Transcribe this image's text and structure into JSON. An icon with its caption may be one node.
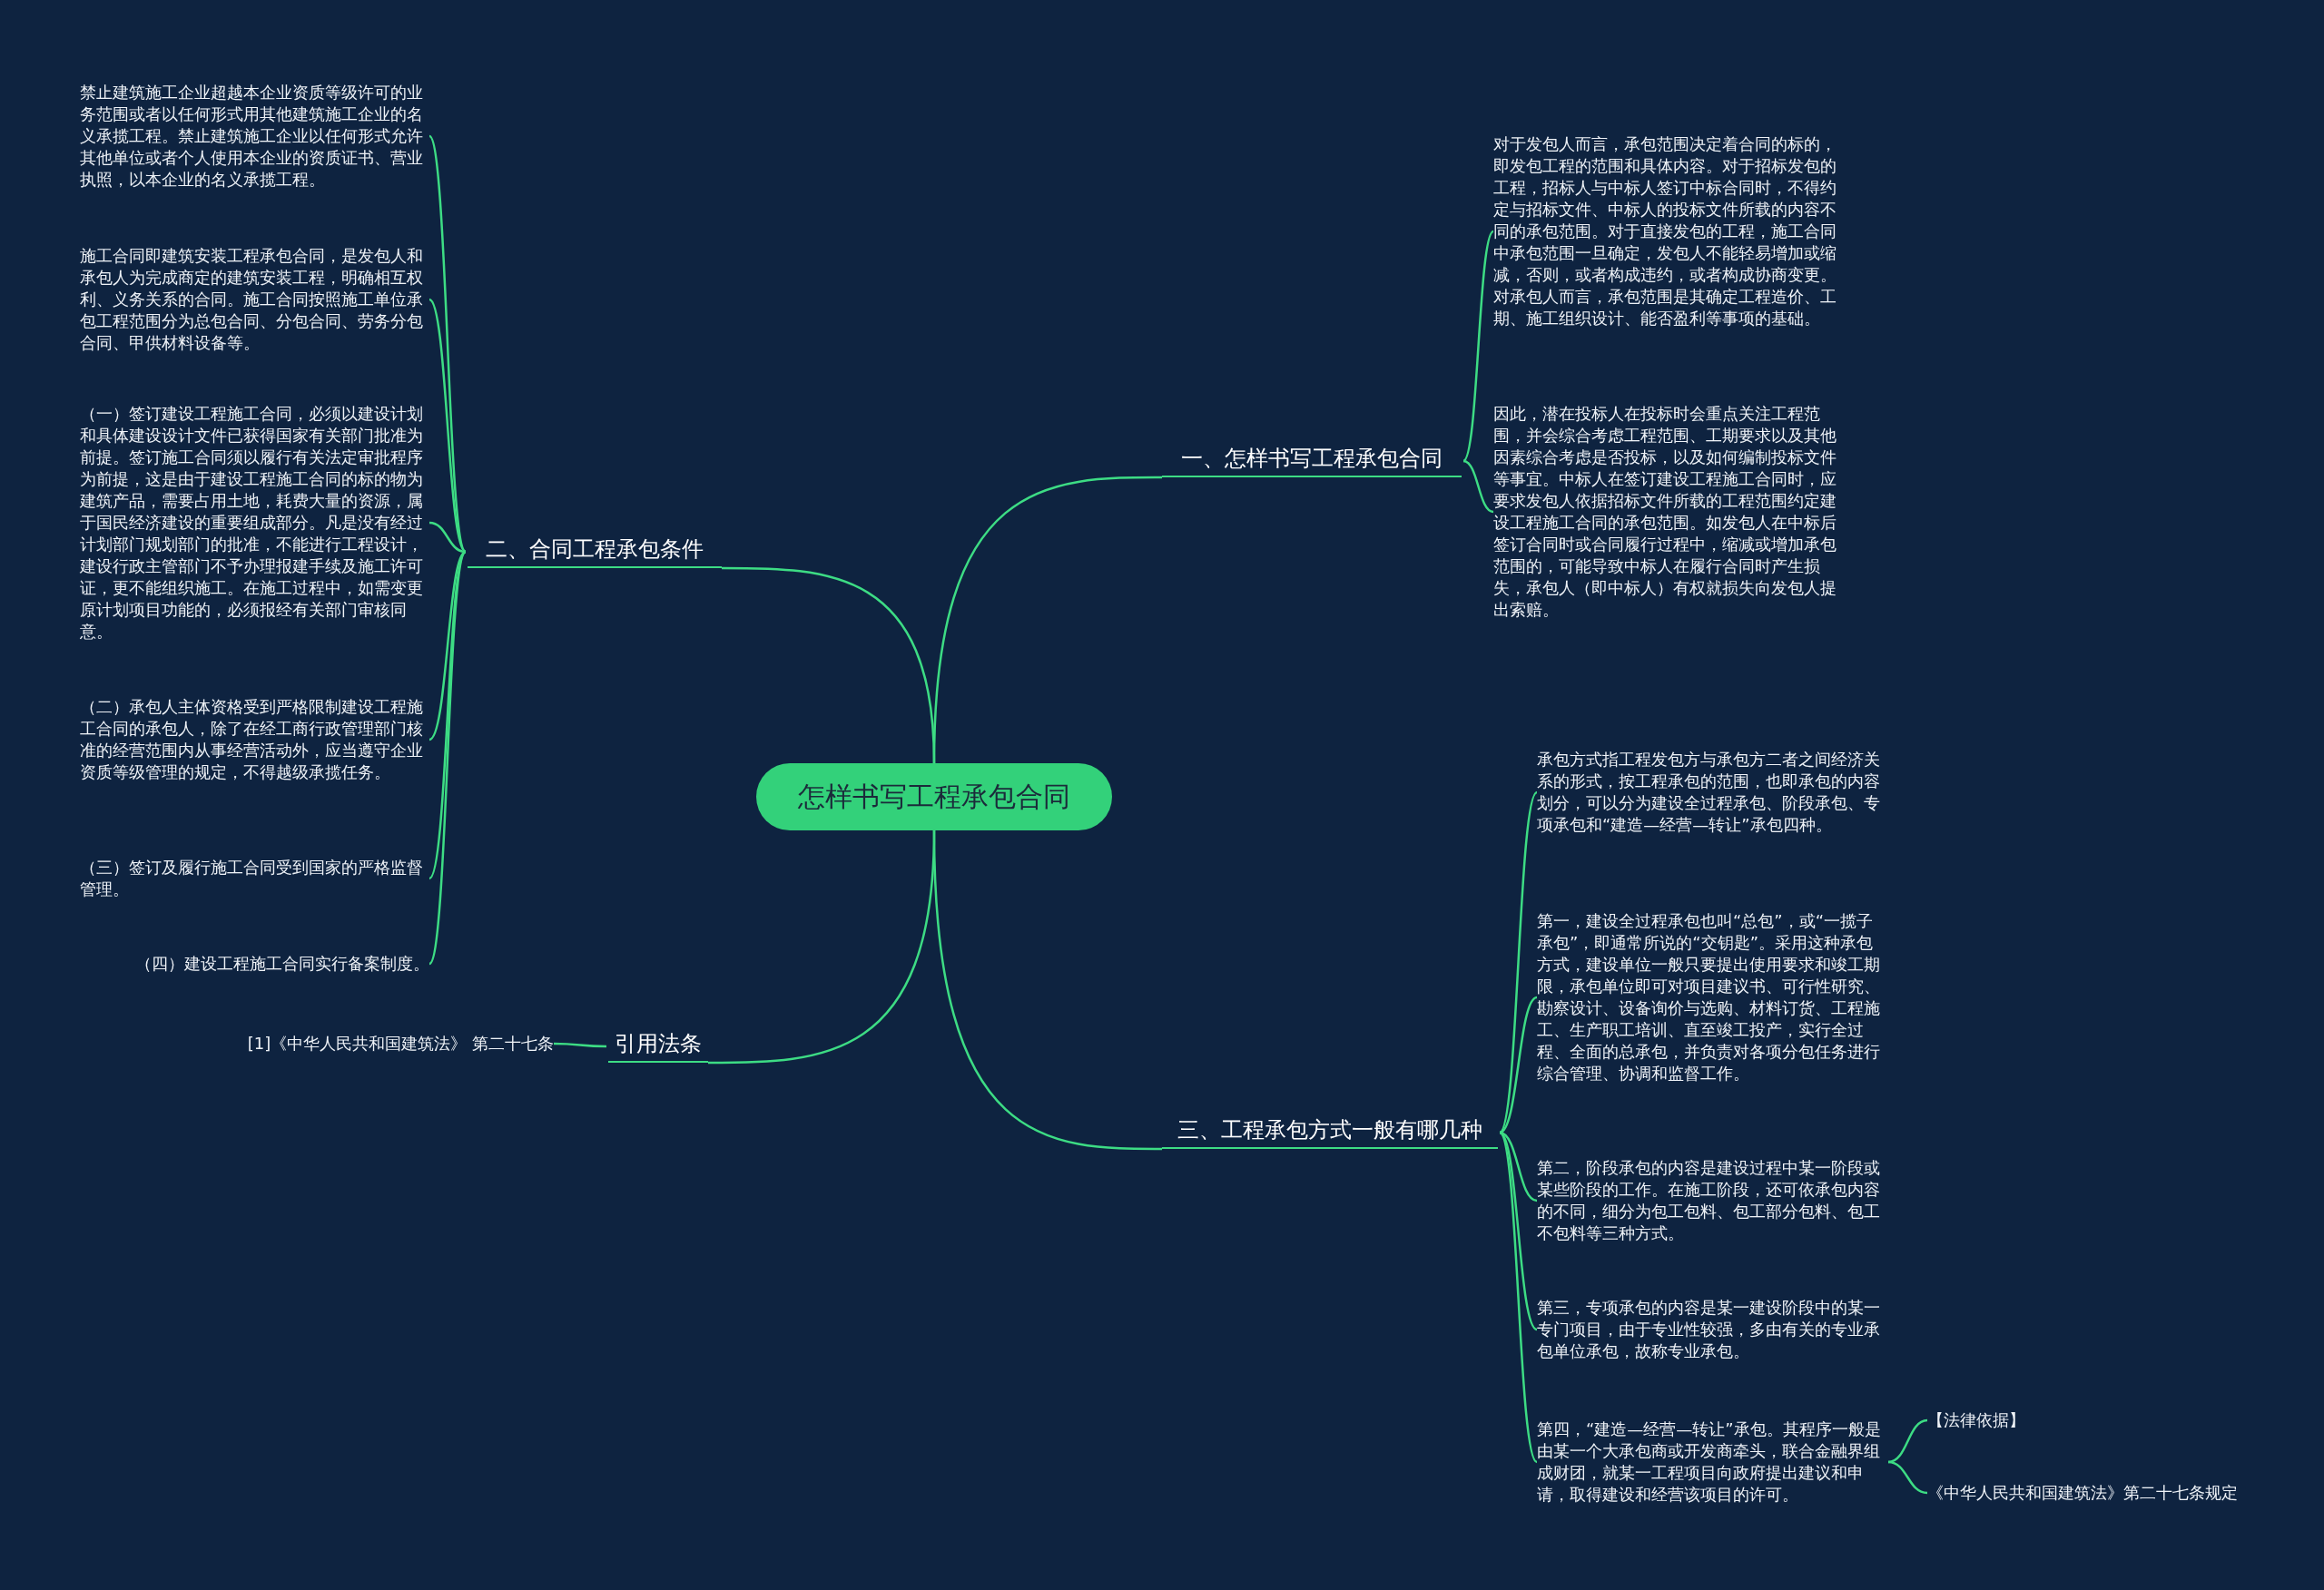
{
  "diagram": {
    "nodes": [
      {
        "text": [
          "怎样书写工程承包合同"
        ]
      },
      {
        "text": [
          "一、怎样书写工程承包合同"
        ]
      },
      {
        "text": [
          "对于发包人而言，承包范围决定着合同的标的，即发包工程的范围和具体内容。对于招标发包的工程，招标人与中标人签订中标合同时，不得约定与招标文件、中标人的投标文件所载的内容不同的承包范围。对于直接发包的工程，施工合同中承包范围一旦确定，发包人不能轻易增加或缩减，否则，或者构成违约，或者构成协商变更。对承包人而言，承包范围是其确定工程造价、工期、施工组织设计、能否盈利等事项的基础。"
        ]
      },
      {
        "text": [
          "因此，潜在投标人在投标时会重点关注工程范围，并会综合考虑工程范围、工期要求以及其他因素综合考虑是否投标，以及如何编制投标文件等事宜。中标人在签订建设工程施工合同时，应要求发包人依据招标文件所载的工程范围约定建设工程施工合同的承包范围。如发包人在中标后签订合同时或合同履行过程中，缩减或增加承包范围的，可能导致中标人在履行合同时产生损失，承包人（即中标人）有权就损失向发包人提出索赔。"
        ]
      },
      {
        "text": [
          "二、合同工程承包条件"
        ]
      },
      {
        "text": [
          "禁止建筑施工企业超越本企业资质等级许可的业务范围或者以任何形式用其他建筑施工企业的名义承揽工程。禁止建筑施工企业以任何形式允许其他单位或者个人使用本企业的资质证书、营业执照，以本企业的名义承揽工程。"
        ]
      },
      {
        "text": [
          "施工合同即建筑安装工程承包合同，是发包人和承包人为完成商定的建筑安装工程，明确相互权利、义务关系的合同。施工合同按照施工单位承包工程范围分为总包合同、分包合同、劳务分包合同、甲供材料设备等。"
        ]
      },
      {
        "text": [
          "（一）签订建设工程施工合同，必须以建设计划和具体建设设计文件已获得国家有关部门批准为前提。签订施工合同须以履行有关法定审批程序为前提，这是由于建设工程施工合同的标的物为建筑产品，需要占用土地，耗费大量的资源，属于国民经济建设的重要组成部分。凡是没有经过计划部门规划部门的批准，不能进行工程设计，建设行政主管部门不予办理报建手续及施工许可证，更不能组织施工。在施工过程中，如需变更原计划项目功能的，必须报经有关部门审核同意。"
        ]
      },
      {
        "text": [
          "（二）承包人主体资格受到严格限制建设工程施工合同的承包人，除了在经工商行政管理部门核准的经营范围内从事经营活动外，应当遵守企业资质等级管理的规定，不得越级承揽任务。"
        ]
      },
      {
        "text": [
          "（三）签订及履行施工合同受到国家的严格监督管理。"
        ]
      },
      {
        "text": [
          "（四）建设工程施工合同实行备案制度。"
        ]
      },
      {
        "text": [
          "三、工程承包方式一般有哪几种"
        ]
      },
      {
        "text": [
          "承包方式指工程发包方与承包方二者之间经济关系的形式，按工程承包的范围，也即承包的内容划分，可以分为建设全过程承包、阶段承包、专项承包和“建造—经营—转让”承包四种。"
        ]
      },
      {
        "text": [
          "第一，建设全过程承包也叫“总包”，或“一揽子承包”，即通常所说的“交钥匙”。采用这种承包方式，建设单位一般只要提出使用要求和竣工期限，承包单位即可对项目建议书、可行性研究、勘察设计、设备询价与选购、材料订货、工程施工、生产职工培训、直至竣工投产，实行全过程、全面的总承包，并负责对各项分包任务进行综合管理、协调和监督工作。"
        ]
      },
      {
        "text": [
          "第二，阶段承包的内容是建设过程中某一阶段或某些阶段的工作。在施工阶段，还可依承包内容的不同，细分为包工包料、包工部分包料、包工不包料等三种方式。"
        ]
      },
      {
        "text": [
          "第三，专项承包的内容是某一建设阶段中的某一专门项目，由于专业性较强，多由有关的专业承包单位承包，故称专业承包。"
        ]
      },
      {
        "text": [
          "第四，“建造—经营—转让”承包。其程序一般是由某一个大承包商或开发商牵头，联合金融界组成财团，就某一工程项目向政府提出建议和申请，取得建设和经营该项目的许可。"
        ]
      },
      {
        "text": [
          "【法律依据】"
        ]
      },
      {
        "text": [
          "《中华人民共和国建筑法》第二十七条规定"
        ]
      },
      {
        "text": [
          "引用法条"
        ]
      },
      {
        "text": [
          "[1]《中华人民共和国建筑法》 第二十七条"
        ]
      }
    ],
    "edges": [
      {
        "from": 0,
        "to": 1,
        "arrow": "none"
      },
      {
        "from": 1,
        "to": 2,
        "arrow": "none"
      },
      {
        "from": 1,
        "to": 3,
        "arrow": "none"
      },
      {
        "from": 0,
        "to": 4,
        "arrow": "none"
      },
      {
        "from": 4,
        "to": 5,
        "arrow": "none"
      },
      {
        "from": 4,
        "to": 6,
        "arrow": "none"
      },
      {
        "from": 4,
        "to": 7,
        "arrow": "none"
      },
      {
        "from": 4,
        "to": 8,
        "arrow": "none"
      },
      {
        "from": 4,
        "to": 9,
        "arrow": "none"
      },
      {
        "from": 4,
        "to": 10,
        "arrow": "none"
      },
      {
        "from": 0,
        "to": 11,
        "arrow": "none"
      },
      {
        "from": 11,
        "to": 12,
        "arrow": "none"
      },
      {
        "from": 11,
        "to": 13,
        "arrow": "none"
      },
      {
        "from": 11,
        "to": 14,
        "arrow": "none"
      },
      {
        "from": 11,
        "to": 15,
        "arrow": "none"
      },
      {
        "from": 11,
        "to": 16,
        "arrow": "none"
      },
      {
        "from": 16,
        "to": 17,
        "arrow": "none"
      },
      {
        "from": 16,
        "to": 18,
        "arrow": "none"
      },
      {
        "from": 0,
        "to": 19,
        "arrow": "none"
      },
      {
        "from": 19,
        "to": 20,
        "arrow": "none"
      }
    ]
  }
}
